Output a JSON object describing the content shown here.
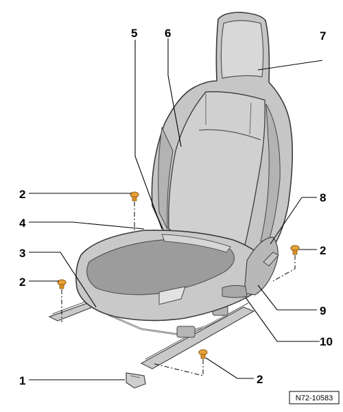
{
  "figure": {
    "reference_code": "N72-10583",
    "callouts": [
      {
        "id": "c1",
        "label": "1"
      },
      {
        "id": "c2a",
        "label": "2"
      },
      {
        "id": "c2b",
        "label": "2"
      },
      {
        "id": "c2c",
        "label": "2"
      },
      {
        "id": "c2d",
        "label": "2"
      },
      {
        "id": "c3",
        "label": "3"
      },
      {
        "id": "c4",
        "label": "4"
      },
      {
        "id": "c5",
        "label": "5"
      },
      {
        "id": "c6",
        "label": "6"
      },
      {
        "id": "c7",
        "label": "7"
      },
      {
        "id": "c8",
        "label": "8"
      },
      {
        "id": "c9",
        "label": "9"
      },
      {
        "id": "c10",
        "label": "10"
      }
    ],
    "colors": {
      "seat_light": "#d2d2d2",
      "seat_mid": "#bdbdbd",
      "seat_dark": "#8e8e8e",
      "fastener": "#e8a23a",
      "line": "#000000"
    }
  }
}
